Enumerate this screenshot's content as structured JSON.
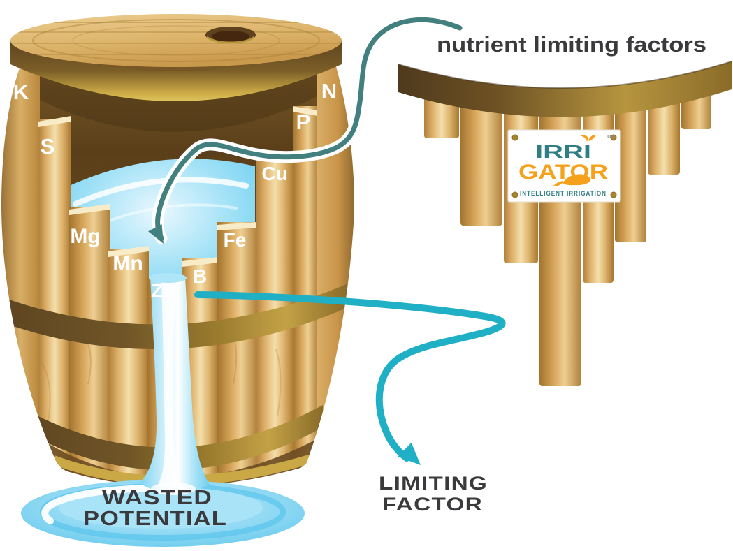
{
  "title": "nutrient limiting factors",
  "barrel": {
    "staves": [
      {
        "label": "K"
      },
      {
        "label": "S"
      },
      {
        "label": "Mg"
      },
      {
        "label": "Mn"
      },
      {
        "label": "Zn"
      },
      {
        "label": "B"
      },
      {
        "label": "Fe"
      },
      {
        "label": "Cu"
      },
      {
        "label": "P"
      },
      {
        "label": "N"
      }
    ],
    "spill_label": {
      "line1": "WASTED",
      "line2": "POTENTIAL"
    }
  },
  "limiting_factor_label": {
    "line1": "LIMITING",
    "line2": "FACTOR"
  },
  "sign": {
    "brand_top": "IRRI",
    "brand_bottom": "GATOR",
    "trademark": "TM",
    "tagline": "INTELLIGENT IRRIGATION"
  },
  "colors": {
    "accent_cyan": "#1FB0C5",
    "arrow_teal": "#41807E",
    "text_dark": "#3A393B",
    "logo_teal": "#2F7E84",
    "logo_orange": "#F5A11C",
    "water_blue": "#8ED8F3",
    "wood_light": "#F2DCA9",
    "hoop_brown": "#5E4521"
  }
}
